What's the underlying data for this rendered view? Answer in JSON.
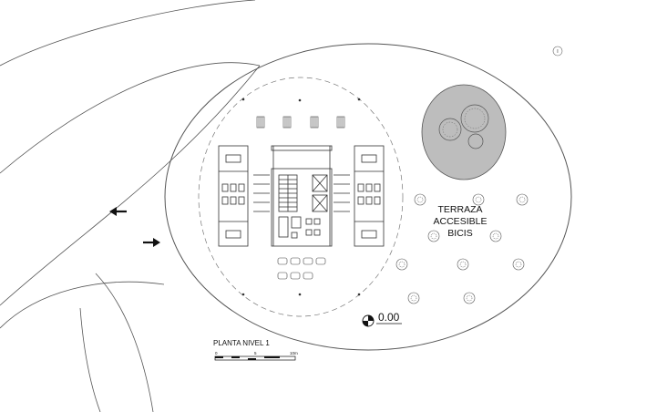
{
  "plan": {
    "title": "PLANTA NIVEL 1",
    "level_marker": "0.00",
    "terrace_label": [
      "TERRAZA",
      "ACCESIBLE",
      "BICIS"
    ],
    "north_mark": "I",
    "scale_bar": {
      "ticks": [
        "0",
        "5",
        "10m"
      ]
    }
  },
  "colors": {
    "line": "#333333",
    "light_line": "#777777",
    "planter_fill": "#bdbdbd",
    "background": "#ffffff"
  }
}
